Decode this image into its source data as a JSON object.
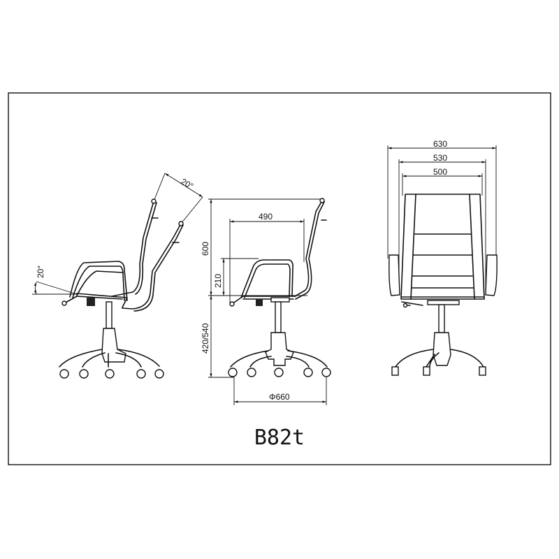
{
  "drawing": {
    "model": "B82t",
    "side_view_tilted": {
      "back_tilt_angle": "20°",
      "seat_tilt_angle": "20°"
    },
    "side_view": {
      "back_height": "600",
      "seat_depth": "490",
      "armrest_height": "210",
      "seat_height": "420/540",
      "base_diameter": "Φ660"
    },
    "front_view": {
      "overall_width": "630",
      "arm_width": "530",
      "seat_width": "500"
    }
  }
}
